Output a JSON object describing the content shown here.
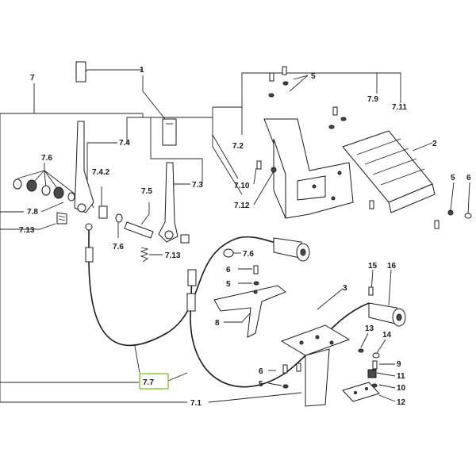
{
  "diagram": {
    "highlight_color": "#8dc63f",
    "callouts": [
      {
        "id": "c-7",
        "text": "7"
      },
      {
        "id": "c-1",
        "text": "1"
      },
      {
        "id": "c-5a",
        "text": "5"
      },
      {
        "id": "c-7-9",
        "text": "7.9"
      },
      {
        "id": "c-7-11",
        "text": "7.11"
      },
      {
        "id": "c-7-4",
        "text": "7.4"
      },
      {
        "id": "c-7-6a",
        "text": "7.6"
      },
      {
        "id": "c-7-4-2",
        "text": "7.4.2"
      },
      {
        "id": "c-7-2",
        "text": "7.2"
      },
      {
        "id": "c-2",
        "text": "2"
      },
      {
        "id": "c-7-3",
        "text": "7.3"
      },
      {
        "id": "c-7-10",
        "text": "7.10"
      },
      {
        "id": "c-7-5",
        "text": "7.5"
      },
      {
        "id": "c-7-12",
        "text": "7.12"
      },
      {
        "id": "c-5b",
        "text": "5"
      },
      {
        "id": "c-6a",
        "text": "6"
      },
      {
        "id": "c-7-8",
        "text": "7.8"
      },
      {
        "id": "c-7-13a",
        "text": "7.13"
      },
      {
        "id": "c-7-6b",
        "text": "7.6"
      },
      {
        "id": "c-7-13b",
        "text": "7.13"
      },
      {
        "id": "c-7-6c",
        "text": "7.6"
      },
      {
        "id": "c-6b",
        "text": "6"
      },
      {
        "id": "c-5c",
        "text": "5"
      },
      {
        "id": "c-15",
        "text": "15"
      },
      {
        "id": "c-16",
        "text": "16"
      },
      {
        "id": "c-8",
        "text": "8"
      },
      {
        "id": "c-3",
        "text": "3"
      },
      {
        "id": "c-13",
        "text": "13"
      },
      {
        "id": "c-14",
        "text": "14"
      },
      {
        "id": "c-7-7",
        "text": "7.7"
      },
      {
        "id": "c-9",
        "text": "9"
      },
      {
        "id": "c-6c",
        "text": "6"
      },
      {
        "id": "c-11",
        "text": "11"
      },
      {
        "id": "c-5d",
        "text": "5"
      },
      {
        "id": "c-10",
        "text": "10"
      },
      {
        "id": "c-7-1",
        "text": "7.1"
      },
      {
        "id": "c-12",
        "text": "12"
      }
    ]
  }
}
